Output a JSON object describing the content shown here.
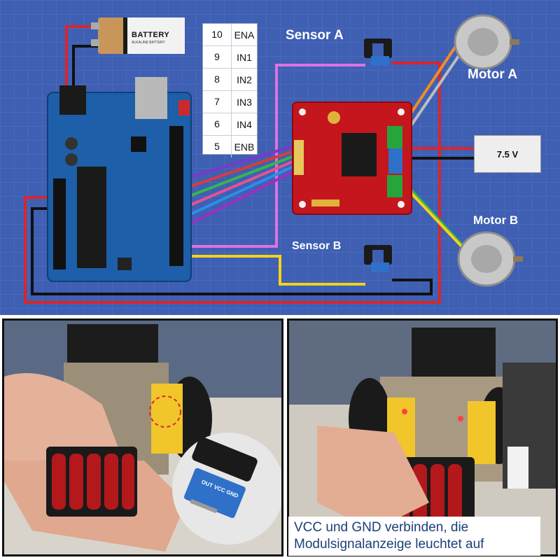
{
  "schematic": {
    "battery_label": "BATTERY",
    "battery_sublabel": "ALKALINE BATTERY",
    "sensor_a_label": "Sensor A",
    "sensor_b_label": "Sensor B",
    "motor_a_label": "Motor A",
    "motor_b_label": "Motor B",
    "psu_label": "7.5 V",
    "pin_table": [
      {
        "pin": "10",
        "signal": "ENA"
      },
      {
        "pin": "9",
        "signal": "IN1"
      },
      {
        "pin": "8",
        "signal": "IN2"
      },
      {
        "pin": "7",
        "signal": "IN3"
      },
      {
        "pin": "6",
        "signal": "IN4"
      },
      {
        "pin": "5",
        "signal": "ENB"
      }
    ]
  },
  "caption": {
    "line1": "VCC und GND verbinden, die",
    "line2": "Modulsignalanzeige leuchtet auf"
  },
  "module_pins": {
    "out": "OUT",
    "vcc": "VCC",
    "gnd": "GND"
  },
  "colors": {
    "background": "#3f5fb3",
    "arduino": "#1d5fa8",
    "driver": "#c4161c",
    "caption_text": "#1c3f77"
  }
}
